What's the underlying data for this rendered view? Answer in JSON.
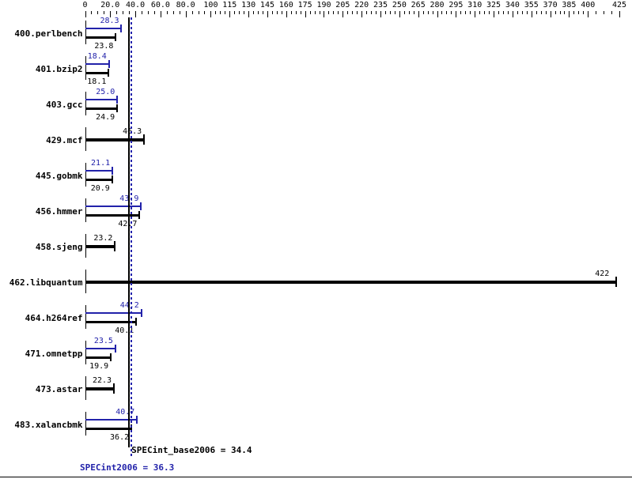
{
  "chart_data": {
    "type": "bar",
    "title": "",
    "xlabel": "",
    "ylabel": "",
    "orientation": "horizontal",
    "xlim": [
      0,
      425
    ],
    "grid": false,
    "axis_ticks": [
      0,
      20.0,
      40.0,
      60.0,
      80.0,
      100,
      115,
      130,
      145,
      160,
      175,
      190,
      205,
      220,
      235,
      250,
      265,
      280,
      295,
      310,
      325,
      340,
      355,
      370,
      385,
      400,
      425
    ],
    "axis_tick_labels": [
      "0",
      "20.0",
      "40.0",
      "60.0",
      "80.0",
      "100",
      "115",
      "130",
      "145",
      "160",
      "175",
      "190",
      "205",
      "220",
      "235",
      "250",
      "265",
      "280",
      "295",
      "310",
      "325",
      "340",
      "355",
      "370",
      "385",
      "400",
      "425"
    ],
    "categories": [
      "400.perlbench",
      "401.bzip2",
      "403.gcc",
      "429.mcf",
      "445.gobmk",
      "456.hmmer",
      "458.sjeng",
      "462.libquantum",
      "464.h264ref",
      "471.omnetpp",
      "473.astar",
      "483.xalancbmk"
    ],
    "series": [
      {
        "name": "SPECint2006 (peak)",
        "color": "#2222aa",
        "values": [
          28.3,
          18.4,
          25.0,
          null,
          21.1,
          43.9,
          null,
          null,
          44.2,
          23.5,
          null,
          40.7
        ],
        "labels": [
          "28.3",
          "18.4",
          "25.0",
          "",
          "21.1",
          "43.9",
          "",
          "",
          "44.2",
          "23.5",
          "",
          "40.7"
        ]
      },
      {
        "name": "SPECint_base2006 (base)",
        "color": "#000000",
        "values": [
          23.8,
          18.1,
          24.9,
          46.3,
          20.9,
          42.7,
          23.2,
          422,
          40.1,
          19.9,
          22.3,
          36.2
        ],
        "labels": [
          "23.8",
          "18.1",
          "24.9",
          "46.3",
          "20.9",
          "42.7",
          "23.2",
          "422",
          "40.1",
          "19.9",
          "22.3",
          "36.2"
        ]
      }
    ],
    "reference_lines": [
      {
        "name": "SPECint_base2006",
        "value": 34.4,
        "color": "#000000",
        "style": "solid",
        "label": "SPECint_base2006 = 34.4"
      },
      {
        "name": "SPECint2006",
        "value": 36.3,
        "color": "#2222aa",
        "style": "dotted",
        "label": "SPECint2006 = 36.3"
      }
    ],
    "summary": {
      "base_label": "SPECint_base2006 = 34.4",
      "peak_label": "SPECint2006 = 36.3",
      "base_value": 34.4,
      "peak_value": 36.3
    }
  },
  "rows": [
    {
      "name": "400.perlbench",
      "peak": "28.3",
      "base": "23.8"
    },
    {
      "name": "401.bzip2",
      "peak": "18.4",
      "base": "18.1"
    },
    {
      "name": "403.gcc",
      "peak": "25.0",
      "base": "24.9"
    },
    {
      "name": "429.mcf",
      "peak": "",
      "base": "46.3"
    },
    {
      "name": "445.gobmk",
      "peak": "21.1",
      "base": "20.9"
    },
    {
      "name": "456.hmmer",
      "peak": "43.9",
      "base": "42.7"
    },
    {
      "name": "458.sjeng",
      "peak": "",
      "base": "23.2"
    },
    {
      "name": "462.libquantum",
      "peak": "",
      "base": "422"
    },
    {
      "name": "464.h264ref",
      "peak": "44.2",
      "base": "40.1"
    },
    {
      "name": "471.omnetpp",
      "peak": "23.5",
      "base": "19.9"
    },
    {
      "name": "473.astar",
      "peak": "",
      "base": "22.3"
    },
    {
      "name": "483.xalancbmk",
      "peak": "40.7",
      "base": "36.2"
    }
  ]
}
